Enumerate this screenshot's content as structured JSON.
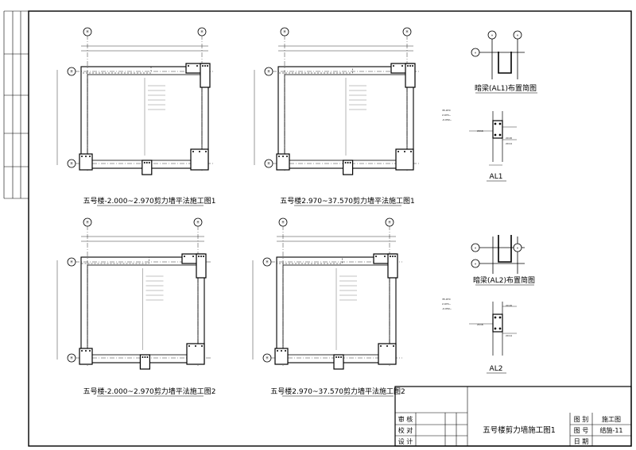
{
  "plans": [
    {
      "caption": "五号楼-2.000~2.970剪力墙平法施工图1",
      "axes": [
        "H",
        "H",
        "H",
        "H"
      ]
    },
    {
      "caption": "五号楼2.970~37.570剪力墙平法施工图1",
      "axes": [
        "H",
        "H",
        "H",
        "H"
      ]
    },
    {
      "caption": "五号楼-2.000~2.970剪力墙平法施工图2",
      "axes": [
        "H",
        "H",
        "H",
        "H"
      ]
    },
    {
      "caption": "五号楼2.970~37.570剪力墙平法施工图2",
      "axes": [
        "H",
        "H",
        "H",
        "H"
      ]
    }
  ],
  "side": {
    "layout1": "暗梁(AL1)布置简图",
    "layout2": "暗梁(AL2)布置简图",
    "sec1": "AL1",
    "sec2": "AL2",
    "axis": "H"
  },
  "title_block": {
    "drawing_title": "五号楼剪力墙施工图1",
    "review": "审 核",
    "check": "校 对",
    "design": "设 计",
    "category_label": "图 别",
    "category_value": "施工图",
    "number_label": "图 号",
    "number_value": "结施-11",
    "date_label": "日 期"
  }
}
